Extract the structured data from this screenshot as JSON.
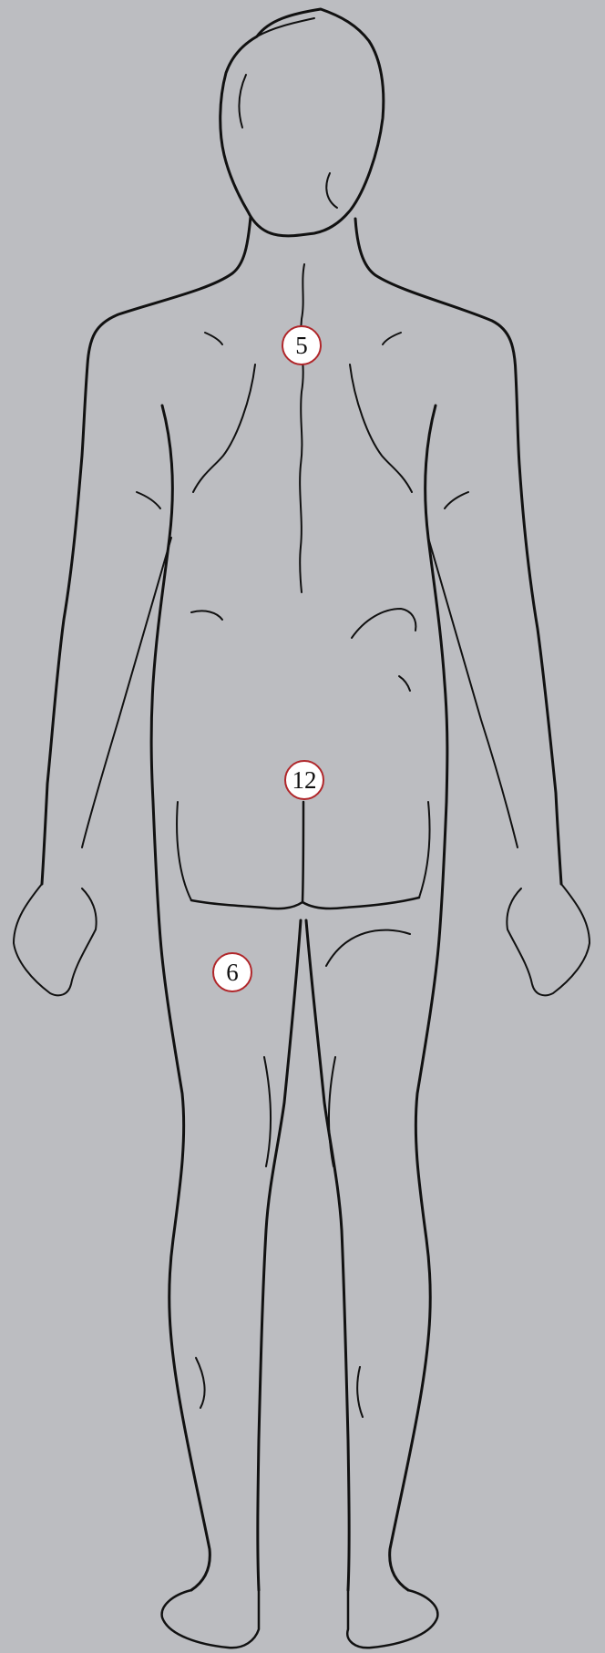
{
  "figure": {
    "background_color": "#bcbdc1",
    "line_color": "#111111",
    "marker_border_color": "#b0262a",
    "marker_fill_color": "#ffffff"
  },
  "markers": [
    {
      "id": "upper-back",
      "label": "5"
    },
    {
      "id": "lower-back",
      "label": "12"
    },
    {
      "id": "left-thigh",
      "label": "6"
    }
  ]
}
